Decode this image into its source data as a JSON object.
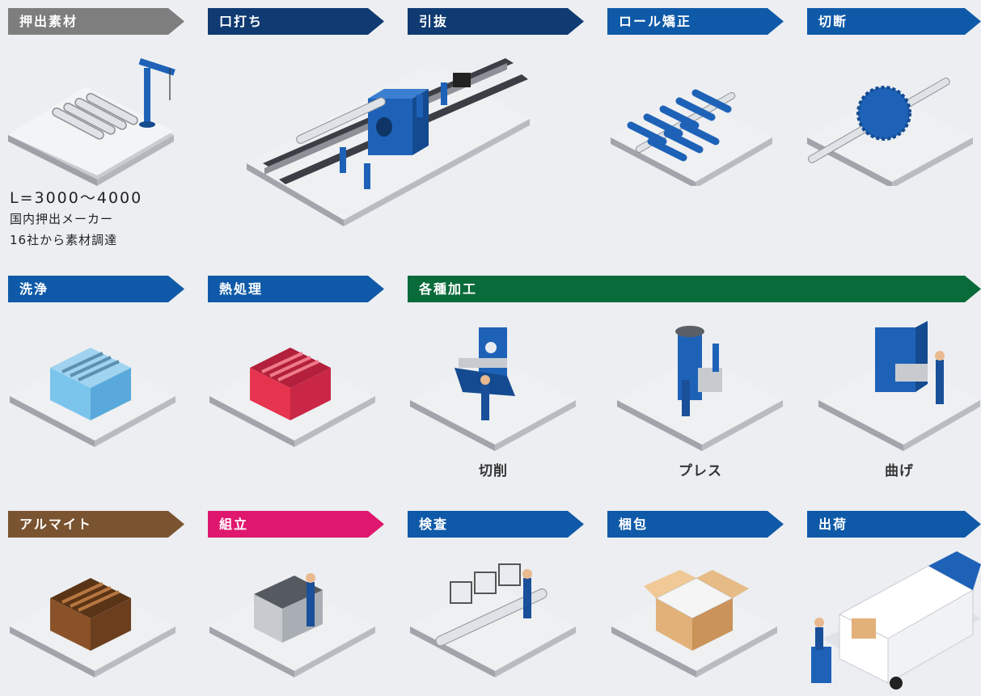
{
  "row1": [
    {
      "label": "押出素材",
      "color": "#7e7e7e"
    },
    {
      "label": "口打ち",
      "color": "#0f3a72"
    },
    {
      "label": "引抜",
      "color": "#0f3a72"
    },
    {
      "label": "ロール矯正",
      "color": "#0f5aa8"
    },
    {
      "label": "切断",
      "color": "#0f5aa8"
    }
  ],
  "row2": [
    {
      "label": "洗浄",
      "color": "#0f5aa8"
    },
    {
      "label": "熱処理",
      "color": "#0f5aa8"
    },
    {
      "label": "各種加工",
      "color": "#0a6b3a"
    }
  ],
  "row3": [
    {
      "label": "アルマイト",
      "color": "#7a5430"
    },
    {
      "label": "組立",
      "color": "#e0176f"
    },
    {
      "label": "検査",
      "color": "#0f5aa8"
    },
    {
      "label": "梱包",
      "color": "#0f5aa8"
    },
    {
      "label": "出荷",
      "color": "#0f5aa8"
    }
  ],
  "note": {
    "line1": "L=3000〜4000",
    "line2": "国内押出メーカー",
    "line3": "16社から素材調達"
  },
  "processing": {
    "cutting": "切削",
    "press": "プレス",
    "bending": "曲げ"
  }
}
